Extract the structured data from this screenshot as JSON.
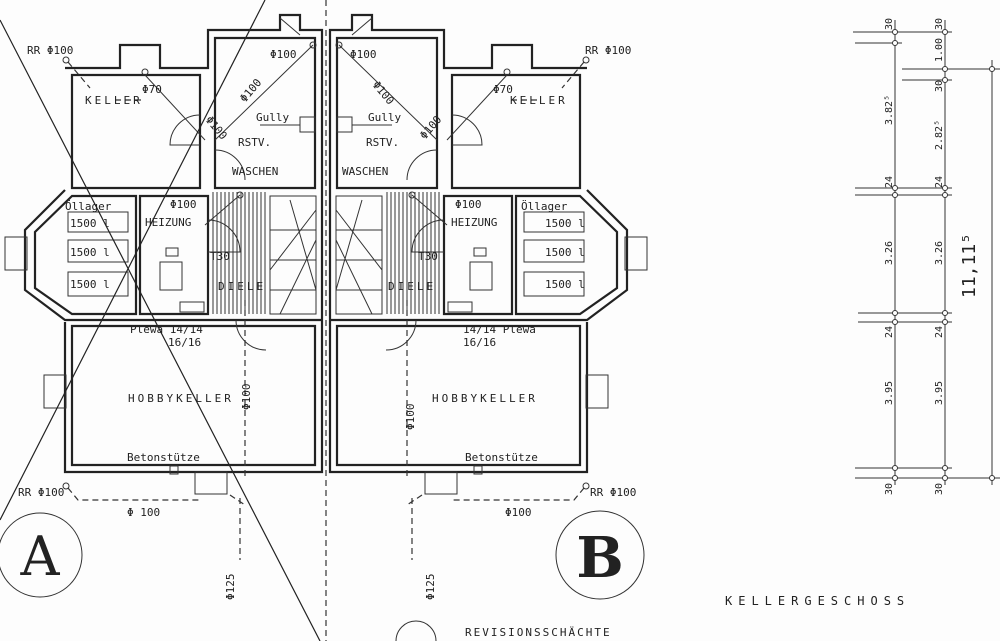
{
  "unit_a": {
    "keller": "KELLER",
    "waschen": "WASCHEN",
    "gully": "Gully",
    "rstv": "RSTV.",
    "heizung": "HEIZUNG",
    "oellager": "Öllager",
    "tanks": [
      "1500 l",
      "1500 l",
      "1500 l"
    ],
    "t30": "T30",
    "diele": "DIELE",
    "plewa": "Plewa 14/14",
    "plewa2": "16/16",
    "hobbykeller": "HOBBYKELLER",
    "betonstuetze": "Betonstütze",
    "rr_top": "RR Φ100",
    "rr_bottom": "RR Φ100",
    "pipe_70": "Φ70",
    "pipe_100_keller": "Φ100",
    "pipe_100_wash": "Φ100",
    "pipe_100_top": "Φ100",
    "pipe_100_heiz": "Φ100",
    "pipe_100_vert": "Φ100",
    "pipe_100_bottom": "Φ 100",
    "pipe_125": "Φ125",
    "letter": "A"
  },
  "unit_b": {
    "keller": "KELLER",
    "waschen": "WASCHEN",
    "gully": "Gully",
    "rstv": "RSTV.",
    "heizung": "HEIZUNG",
    "oellager": "Öllager",
    "tanks": [
      "1500 l",
      "1500 l",
      "1500 l"
    ],
    "t30": "T30",
    "diele": "DIELE",
    "plewa": "14/14 Plewa",
    "plewa2": "16/16",
    "hobbykeller": "HOBBYKELLER",
    "betonstuetze": "Betonstütze",
    "rr_top": "RR Φ100",
    "rr_bottom": "RR Φ100",
    "pipe_70": "Φ70",
    "pipe_100_keller": "Φ100",
    "pipe_100_wash": "Φ100",
    "pipe_100_top": "Φ100",
    "pipe_100_heiz": "Φ100",
    "pipe_100_vert": "Φ100",
    "pipe_100_bottom": "Φ100",
    "pipe_125": "Φ125",
    "letter": "B"
  },
  "dimensions": {
    "left_column": [
      "30",
      "3.82⁵",
      "24",
      "3.26",
      "24",
      "3.95",
      "30"
    ],
    "right_column": [
      "30",
      "1.00",
      "30",
      "2.82⁵",
      "24",
      "3.26",
      "24",
      "3.95",
      "30"
    ],
    "total": "11,11⁵"
  },
  "footer": {
    "revision": "REVISIONSSCHÄCHTE",
    "floor_title": "KELLERGESCHOSS"
  }
}
